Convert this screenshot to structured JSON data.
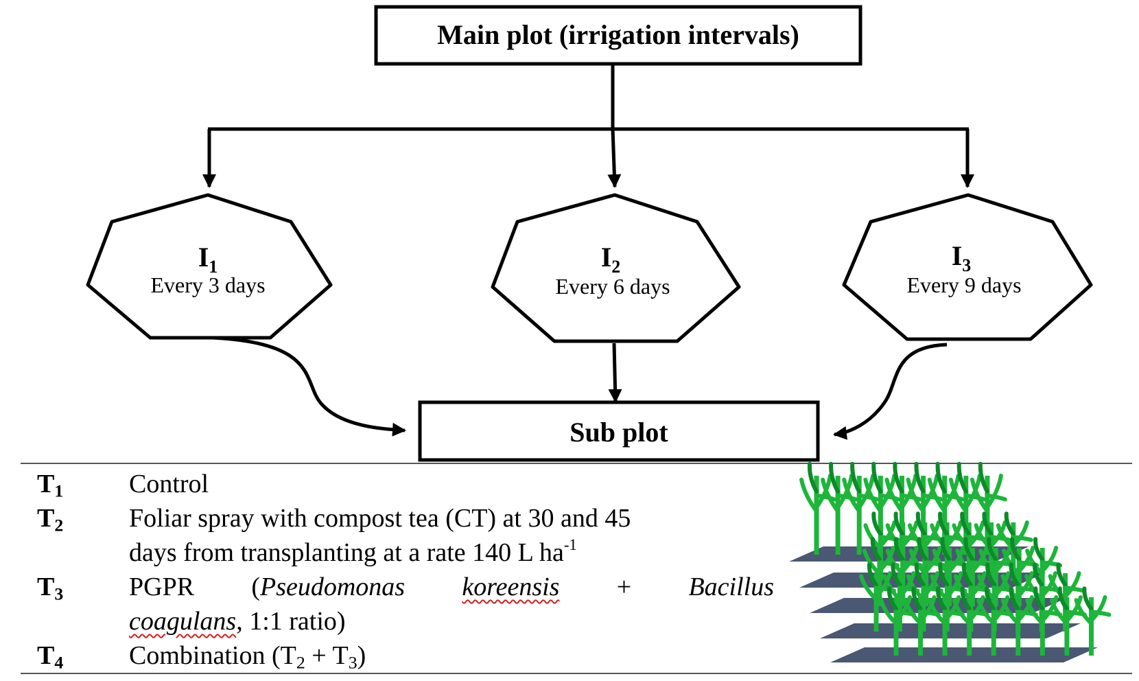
{
  "main_plot": {
    "label": "Main plot (irrigation intervals)"
  },
  "intervals": [
    {
      "code": "I",
      "sub": "1",
      "desc": "Every 3 days"
    },
    {
      "code": "I",
      "sub": "2",
      "desc": "Every 6 days"
    },
    {
      "code": "I",
      "sub": "3",
      "desc": "Every 9 days"
    }
  ],
  "sub_plot": {
    "label": "Sub plot"
  },
  "treatments": [
    {
      "code": "T",
      "sub": "1",
      "desc": "Control"
    },
    {
      "code": "T",
      "sub": "2",
      "line1": "Foliar spray with compost tea (CT) at 30 and 45",
      "line2": "days from transplanting at a rate 140 L ha",
      "sup": "-1"
    },
    {
      "code": "T",
      "sub": "3",
      "p1": "PGPR (",
      "genus1": "Pseudomonas",
      "species1": "koreensis",
      "plus": "+",
      "genus2": "Bacillus",
      "species2": "coagulans",
      "tail": ", 1:1 ratio)"
    },
    {
      "code": "T",
      "sub": "4",
      "pre": "Combination (T",
      "s1": "2",
      "mid": " + T",
      "s2": "3",
      "post": ")"
    }
  ],
  "colors": {
    "line": "#000000",
    "rule": "#555555",
    "plant": "#1db53a",
    "plant_dark": "#0d8a2a",
    "soil": "#4a5873"
  },
  "icons": {
    "field": "plant-field-icon"
  }
}
